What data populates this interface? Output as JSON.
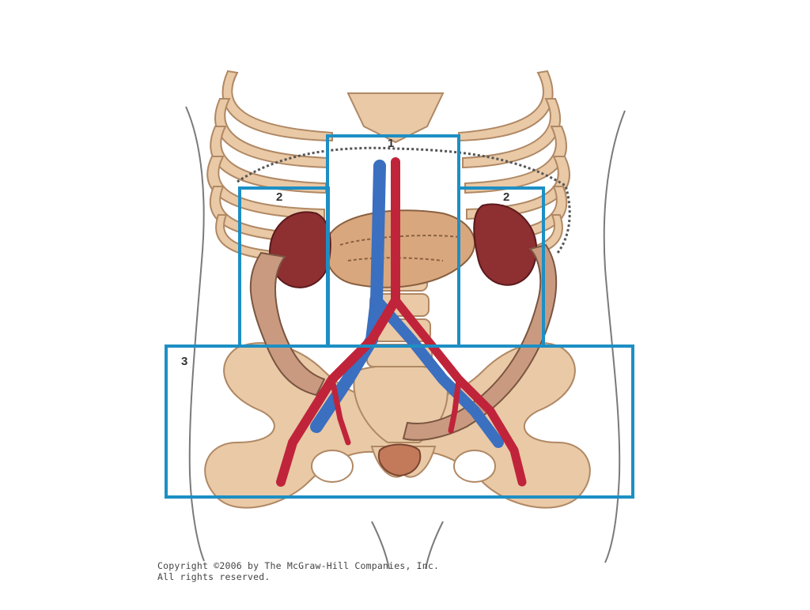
{
  "figure": {
    "regions": [
      {
        "id": "region-1",
        "label": "1"
      },
      {
        "id": "region-2-left",
        "label": "2"
      },
      {
        "id": "region-2-right",
        "label": "2"
      },
      {
        "id": "region-3",
        "label": "3"
      }
    ]
  },
  "copyright": {
    "line1": "Copyright ©2006 by The McGraw-Hill Companies, Inc.",
    "line2": "All rights reserved."
  },
  "colors": {
    "box_outline": "#1d8fc4",
    "bone": "#e9c9a6",
    "bone_outline": "#b08864",
    "artery": "#c0243a",
    "vein": "#3b6fc0",
    "colon": "#c99a80",
    "kidney": "#8e2f32",
    "liver": "#d9a77e",
    "body_outline": "#7a7a7a"
  }
}
